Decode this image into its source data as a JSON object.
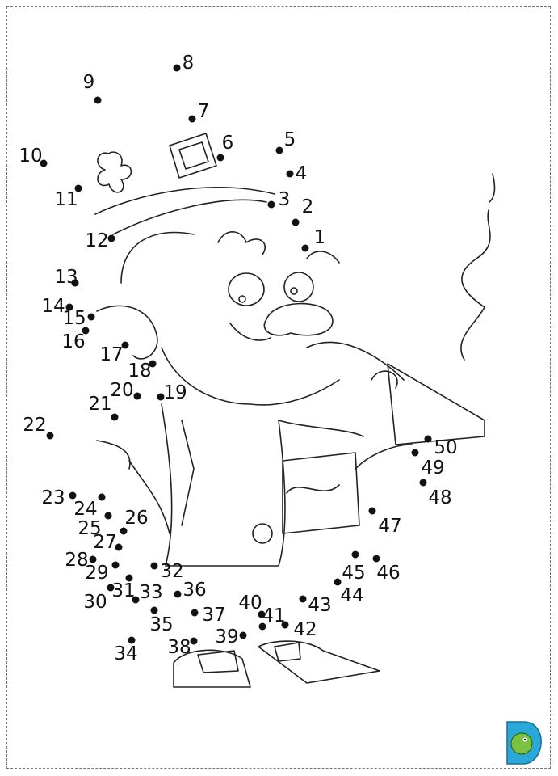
{
  "title": "Leprechaun connect-the-dots",
  "dots": [
    "1",
    "2",
    "3",
    "4",
    "5",
    "6",
    "7",
    "8",
    "9",
    "10",
    "11",
    "12",
    "13",
    "14",
    "15",
    "16",
    "17",
    "18",
    "19",
    "20",
    "21",
    "22",
    "23",
    "24",
    "25",
    "26",
    "27",
    "28",
    "29",
    "30",
    "31",
    "32",
    "33",
    "34",
    "35",
    "36",
    "37",
    "38",
    "39",
    "40",
    "41",
    "42",
    "43",
    "44",
    "45",
    "46",
    "47",
    "48",
    "49",
    "50"
  ],
  "logo": {
    "letter": "D",
    "colors": {
      "letter": "#2aa8d8",
      "dino": "#7cc242"
    }
  },
  "colors": {
    "ink": "#111111",
    "background": "#ffffff"
  }
}
